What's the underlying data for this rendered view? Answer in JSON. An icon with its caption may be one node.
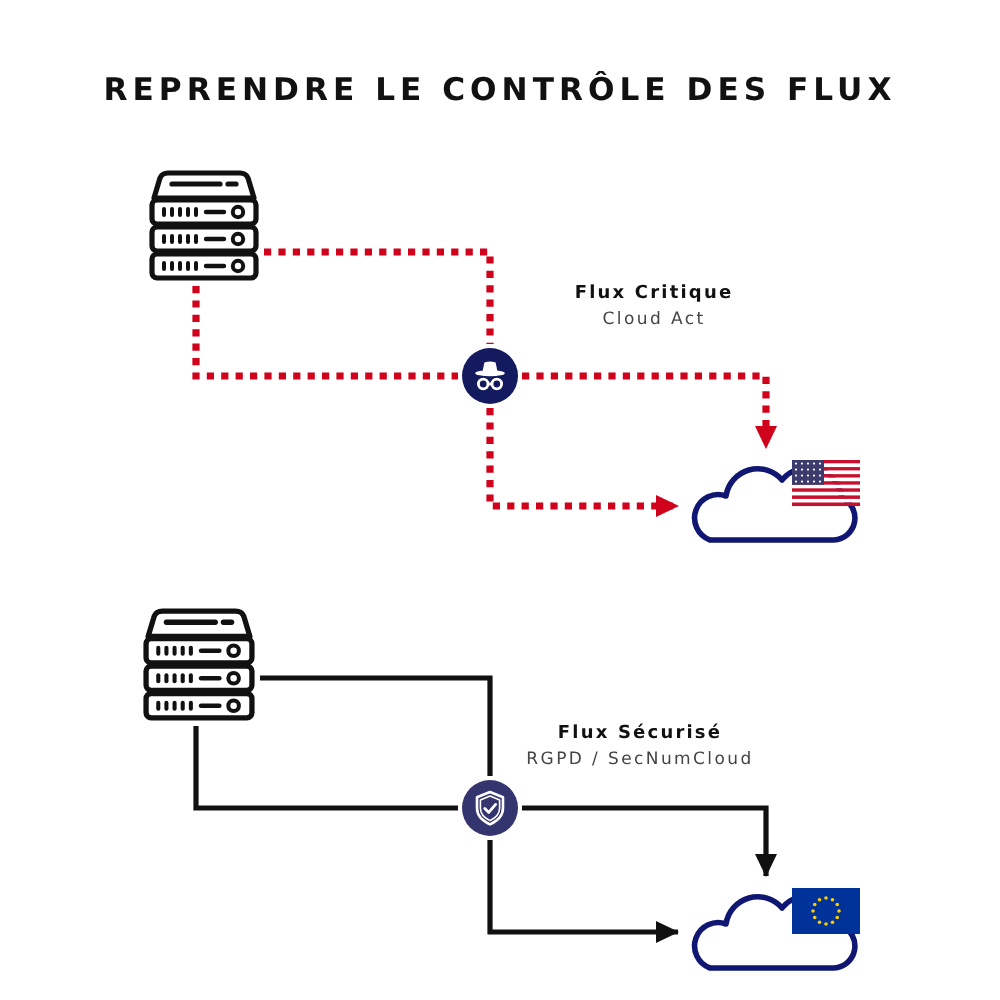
{
  "diagram": {
    "title": "REPRENDRE LE CONTRÔLE DES FLUX",
    "nodes": [
      {
        "text": [],
        "shape": "picture"
      },
      {
        "text": [],
        "shape": "circle"
      },
      {
        "text": [],
        "shape": "cloud"
      },
      {
        "text": [],
        "shape": "picture"
      },
      {
        "text": [],
        "shape": "circle"
      },
      {
        "text": [],
        "shape": "cloud"
      }
    ],
    "edges": [
      {
        "from": 0,
        "to": 1,
        "arrow": "none",
        "style": "dashed",
        "color": "#d0021b"
      },
      {
        "from": 0,
        "to": 1,
        "arrow": "none",
        "style": "dashed",
        "color": "#d0021b"
      },
      {
        "from": 1,
        "to": 2,
        "arrow": "to",
        "style": "dashed",
        "color": "#d0021b"
      },
      {
        "from": 1,
        "to": 2,
        "arrow": "to",
        "style": "dashed",
        "color": "#d0021b"
      },
      {
        "from": 3,
        "to": 4,
        "arrow": "none",
        "color": "#111111"
      },
      {
        "from": 3,
        "to": 4,
        "arrow": "none",
        "color": "#111111"
      },
      {
        "from": 4,
        "to": 5,
        "arrow": "to",
        "color": "#111111"
      },
      {
        "from": 4,
        "to": 5,
        "arrow": "to",
        "color": "#111111"
      }
    ],
    "labels": [
      "Flux Critique",
      "Cloud Act",
      "Flux Sécurisé",
      "RGPD / SecNumCloud"
    ]
  }
}
